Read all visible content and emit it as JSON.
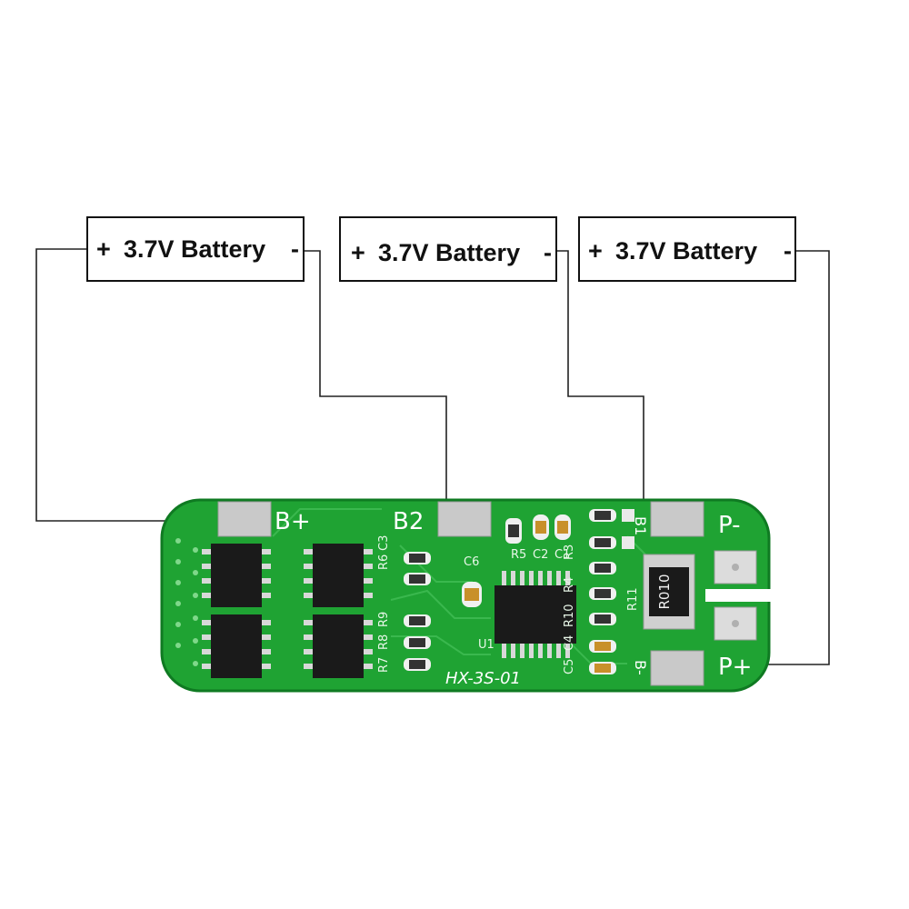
{
  "batteries": [
    {
      "plus": "+",
      "label": "3.7V Battery",
      "minus": "-"
    },
    {
      "plus": "+",
      "label": "3.7V Battery",
      "minus": "-"
    },
    {
      "plus": "+",
      "label": "3.7V Battery",
      "minus": "-"
    }
  ],
  "board": {
    "pads": {
      "b_plus": "B+",
      "b2": "B2",
      "b1": "B1",
      "b_minus": "B-",
      "p_minus": "P-",
      "p_plus": "P+"
    },
    "model": "HX-3S-01",
    "resistor_code": "R010",
    "ic_label": "U1",
    "designators": [
      "R6",
      "C3",
      "R9",
      "R8",
      "R7",
      "C6",
      "R5",
      "C2",
      "C1",
      "R3",
      "R4",
      "R10",
      "R11",
      "C4",
      "C5"
    ],
    "colors": {
      "pcb": "#1fa333",
      "pcb_edge": "#0f7a22",
      "pad": "#c9c9c9",
      "chip": "#1a1a1a",
      "wire": "#222222"
    }
  }
}
